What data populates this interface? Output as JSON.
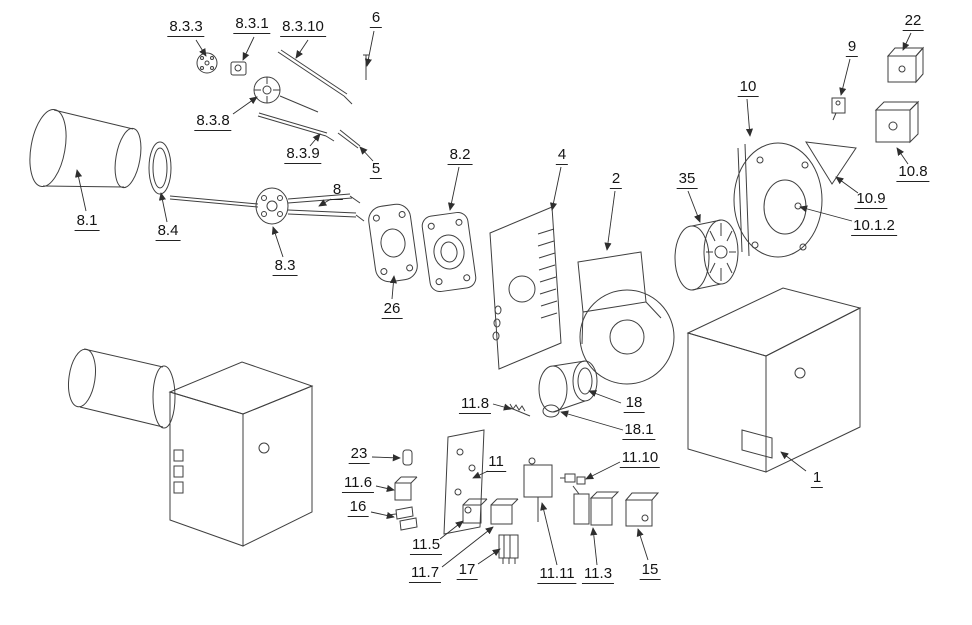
{
  "page": {
    "background": "#ffffff",
    "line_color": "#3f3f3f",
    "label_color": "#141414"
  },
  "diagram": {
    "type": "exploded-parts-diagram",
    "labels": [
      {
        "id": "8.3.3",
        "text": "8.3.3"
      },
      {
        "id": "8.3.1",
        "text": "8.3.1"
      },
      {
        "id": "8.3.10",
        "text": "8.3.10"
      },
      {
        "id": "6",
        "text": "6"
      },
      {
        "id": "22",
        "text": "22"
      },
      {
        "id": "9",
        "text": "9"
      },
      {
        "id": "10",
        "text": "10"
      },
      {
        "id": "8.3.8",
        "text": "8.3.8"
      },
      {
        "id": "8.3.9",
        "text": "8.3.9"
      },
      {
        "id": "5",
        "text": "5"
      },
      {
        "id": "8",
        "text": "8"
      },
      {
        "id": "8.2",
        "text": "8.2"
      },
      {
        "id": "4",
        "text": "4"
      },
      {
        "id": "2",
        "text": "2"
      },
      {
        "id": "35",
        "text": "35"
      },
      {
        "id": "10.8",
        "text": "10.8"
      },
      {
        "id": "10.9",
        "text": "10.9"
      },
      {
        "id": "10.1.2",
        "text": "10.1.2"
      },
      {
        "id": "8.1",
        "text": "8.1"
      },
      {
        "id": "8.4",
        "text": "8.4"
      },
      {
        "id": "8.3",
        "text": "8.3"
      },
      {
        "id": "26",
        "text": "26"
      },
      {
        "id": "11.8",
        "text": "11.8"
      },
      {
        "id": "18",
        "text": "18"
      },
      {
        "id": "18.1",
        "text": "18.1"
      },
      {
        "id": "23",
        "text": "23"
      },
      {
        "id": "11.6",
        "text": "11.6"
      },
      {
        "id": "16",
        "text": "16"
      },
      {
        "id": "11",
        "text": "11"
      },
      {
        "id": "11.10",
        "text": "11.10"
      },
      {
        "id": "11.5",
        "text": "11.5"
      },
      {
        "id": "11.7",
        "text": "11.7"
      },
      {
        "id": "17",
        "text": "17"
      },
      {
        "id": "11.11",
        "text": "11.11"
      },
      {
        "id": "11.3",
        "text": "11.3"
      },
      {
        "id": "15",
        "text": "15"
      },
      {
        "id": "1",
        "text": "1"
      }
    ]
  }
}
